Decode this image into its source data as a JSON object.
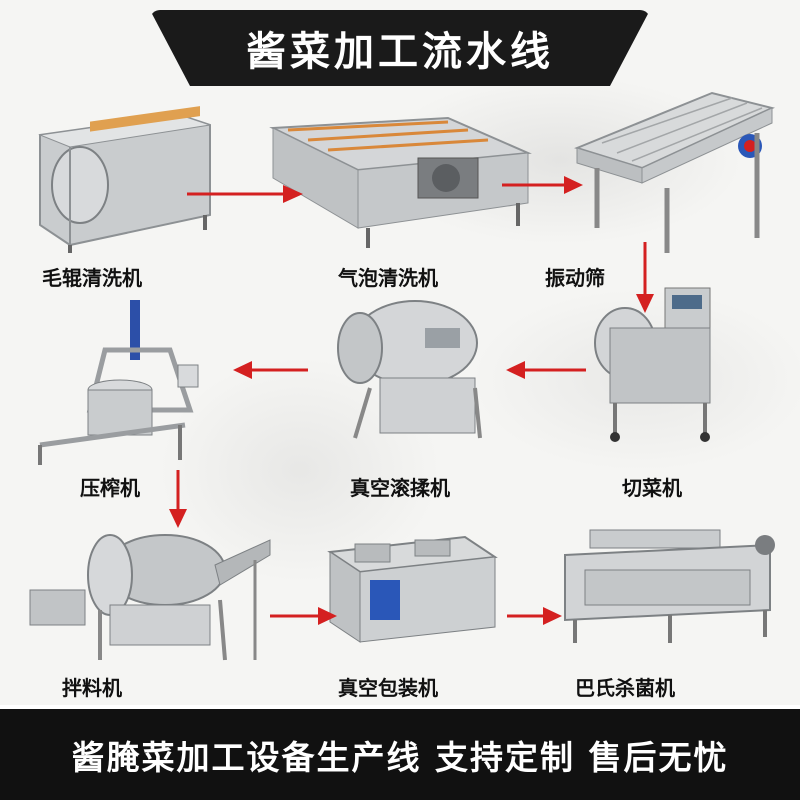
{
  "title": "酱菜加工流水线",
  "machines": [
    {
      "name": "毛辊清洗机"
    },
    {
      "name": "气泡清洗机"
    },
    {
      "name": "振动筛"
    },
    {
      "name": "切菜机"
    },
    {
      "name": "真空滚揉机"
    },
    {
      "name": "压榨机"
    },
    {
      "name": "拌料机"
    },
    {
      "name": "真空包装机"
    },
    {
      "name": "巴氏杀菌机"
    }
  ],
  "footer": "酱腌菜加工设备生产线 支持定制 售后无忧",
  "colors": {
    "arrow": "#d42020",
    "steel": "#b9bcbf",
    "dark": "#1a1a1a"
  }
}
